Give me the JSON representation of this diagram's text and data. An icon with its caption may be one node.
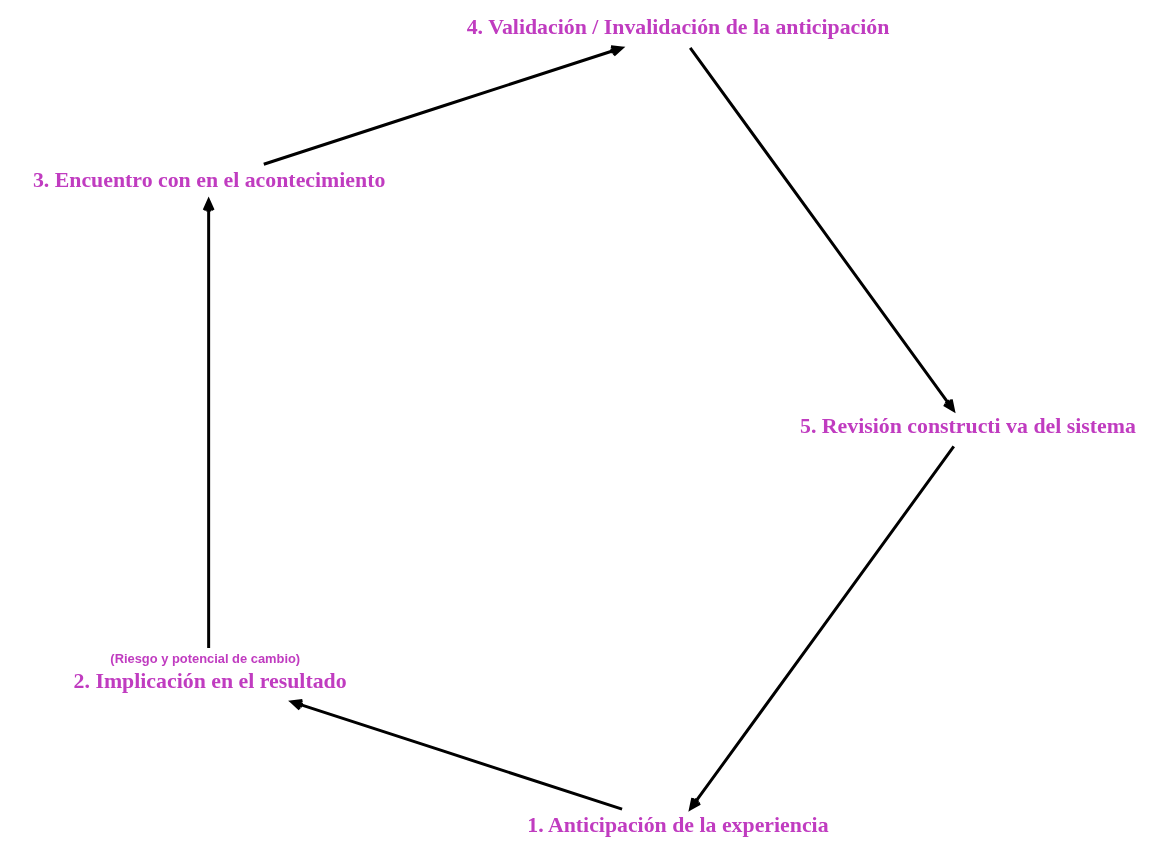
{
  "diagram": {
    "nodes": [
      {
        "text": [
          "1. Anticipación de la experiencia"
        ]
      },
      {
        "text": [
          "2. Implicación en el resultado"
        ],
        "beside": [
          "(Riesgo y potencial de cambio)"
        ]
      },
      {
        "text": [
          "3. Encuentro con en el acontecimiento"
        ]
      },
      {
        "text": [
          "4. Validación / Invalidación de la anticipación"
        ]
      },
      {
        "text": [
          "5. Revisión constructi va del sistema"
        ]
      }
    ],
    "edges": [
      {
        "from": 0,
        "to": 1,
        "arrow": "to"
      },
      {
        "from": 1,
        "to": 2,
        "arrow": "to"
      },
      {
        "from": 2,
        "to": 3,
        "arrow": "to"
      },
      {
        "from": 3,
        "to": 4,
        "arrow": "to"
      },
      {
        "from": 4,
        "to": 0,
        "arrow": "to"
      }
    ]
  }
}
